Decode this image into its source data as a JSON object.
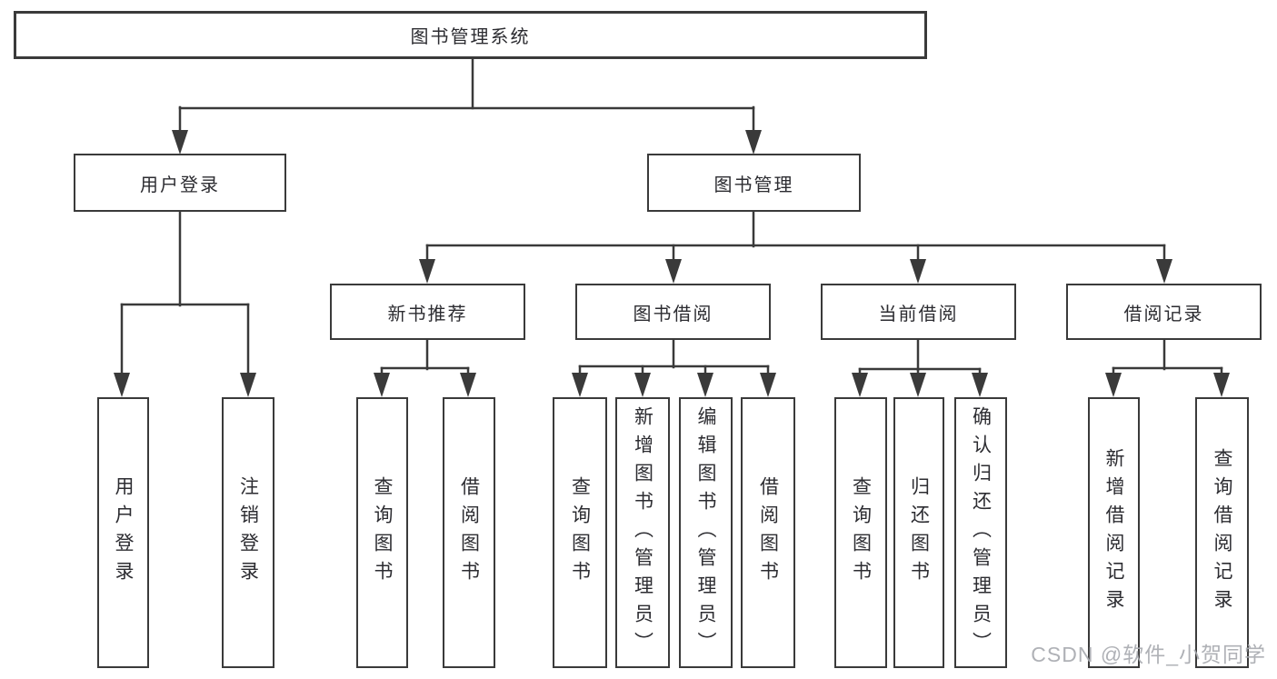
{
  "page": {
    "background": "#ffffff",
    "line_color": "#3a3a3a",
    "text_color": "#2c2c31"
  },
  "watermark": {
    "text": "CSDN @软件_小贺同学",
    "color": "#a8aab0"
  },
  "tree": {
    "root": {
      "label": "图书管理系统"
    },
    "level2": [
      {
        "label": "用户登录",
        "children": [
          {
            "label": "用户登录"
          },
          {
            "label": "注销登录"
          }
        ]
      },
      {
        "label": "图书管理",
        "children": [
          {
            "label": "新书推荐",
            "children": [
              {
                "label": "查询图书"
              },
              {
                "label": "借阅图书"
              }
            ]
          },
          {
            "label": "图书借阅",
            "children": [
              {
                "label": "查询图书"
              },
              {
                "label": "新增图书（管理员）"
              },
              {
                "label": "编辑图书（管理员）"
              },
              {
                "label": "借阅图书"
              }
            ]
          },
          {
            "label": "当前借阅",
            "children": [
              {
                "label": "查询图书"
              },
              {
                "label": "归还图书"
              },
              {
                "label": "确认归还（管理员）"
              }
            ]
          },
          {
            "label": "借阅记录",
            "children": [
              {
                "label": "新增借阅记录"
              },
              {
                "label": "查询借阅记录"
              }
            ]
          }
        ]
      }
    ]
  }
}
